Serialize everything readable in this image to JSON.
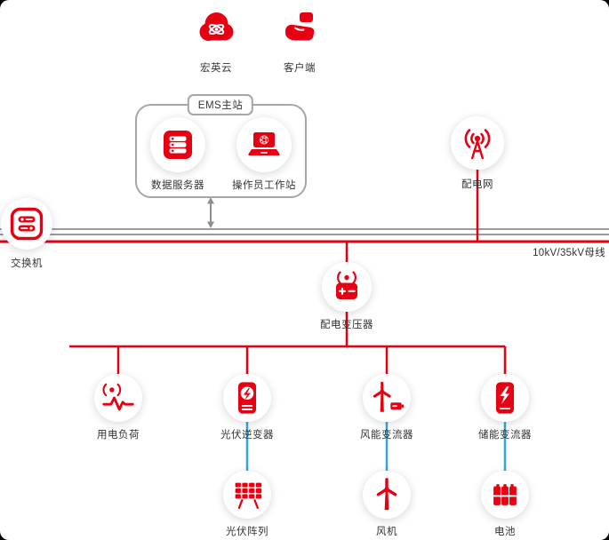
{
  "colors": {
    "primary_red": "#e60012",
    "bus_gray": "#9b9b9b",
    "link_blue": "#2fa8dd",
    "label_text": "#333333",
    "surface": "#ffffff",
    "backdrop": "#000000"
  },
  "nodes": {
    "cloud": {
      "label": "宏英云",
      "icon": "cloud-atom-icon"
    },
    "client": {
      "label": "客户端",
      "icon": "client-hand-icon"
    },
    "ems": {
      "label": "EMS主站"
    },
    "data_server": {
      "label": "数据服务器",
      "icon": "server-icon"
    },
    "operator_ws": {
      "label": "操作员工作站",
      "icon": "workstation-icon"
    },
    "dist_grid": {
      "label": "配电网",
      "icon": "radio-tower-icon"
    },
    "switch": {
      "label": "交换机",
      "icon": "network-switch-icon"
    },
    "busbar": {
      "label": "10kV/35kV母线"
    },
    "transformer": {
      "label": "配电变压器",
      "icon": "transformer-icon"
    },
    "load": {
      "label": "用电负荷",
      "icon": "load-pulse-icon"
    },
    "pv_inverter": {
      "label": "光伏逆变器",
      "icon": "inverter-bolt-icon"
    },
    "wind_converter": {
      "label": "风能变流器",
      "icon": "wind-converter-icon"
    },
    "storage_converter": {
      "label": "储能变流器",
      "icon": "storage-converter-icon"
    },
    "pv_array": {
      "label": "光伏阵列",
      "icon": "solar-panel-icon"
    },
    "wind_turbine": {
      "label": "风机",
      "icon": "wind-turbine-icon"
    },
    "battery": {
      "label": "电池",
      "icon": "battery-icon"
    }
  }
}
